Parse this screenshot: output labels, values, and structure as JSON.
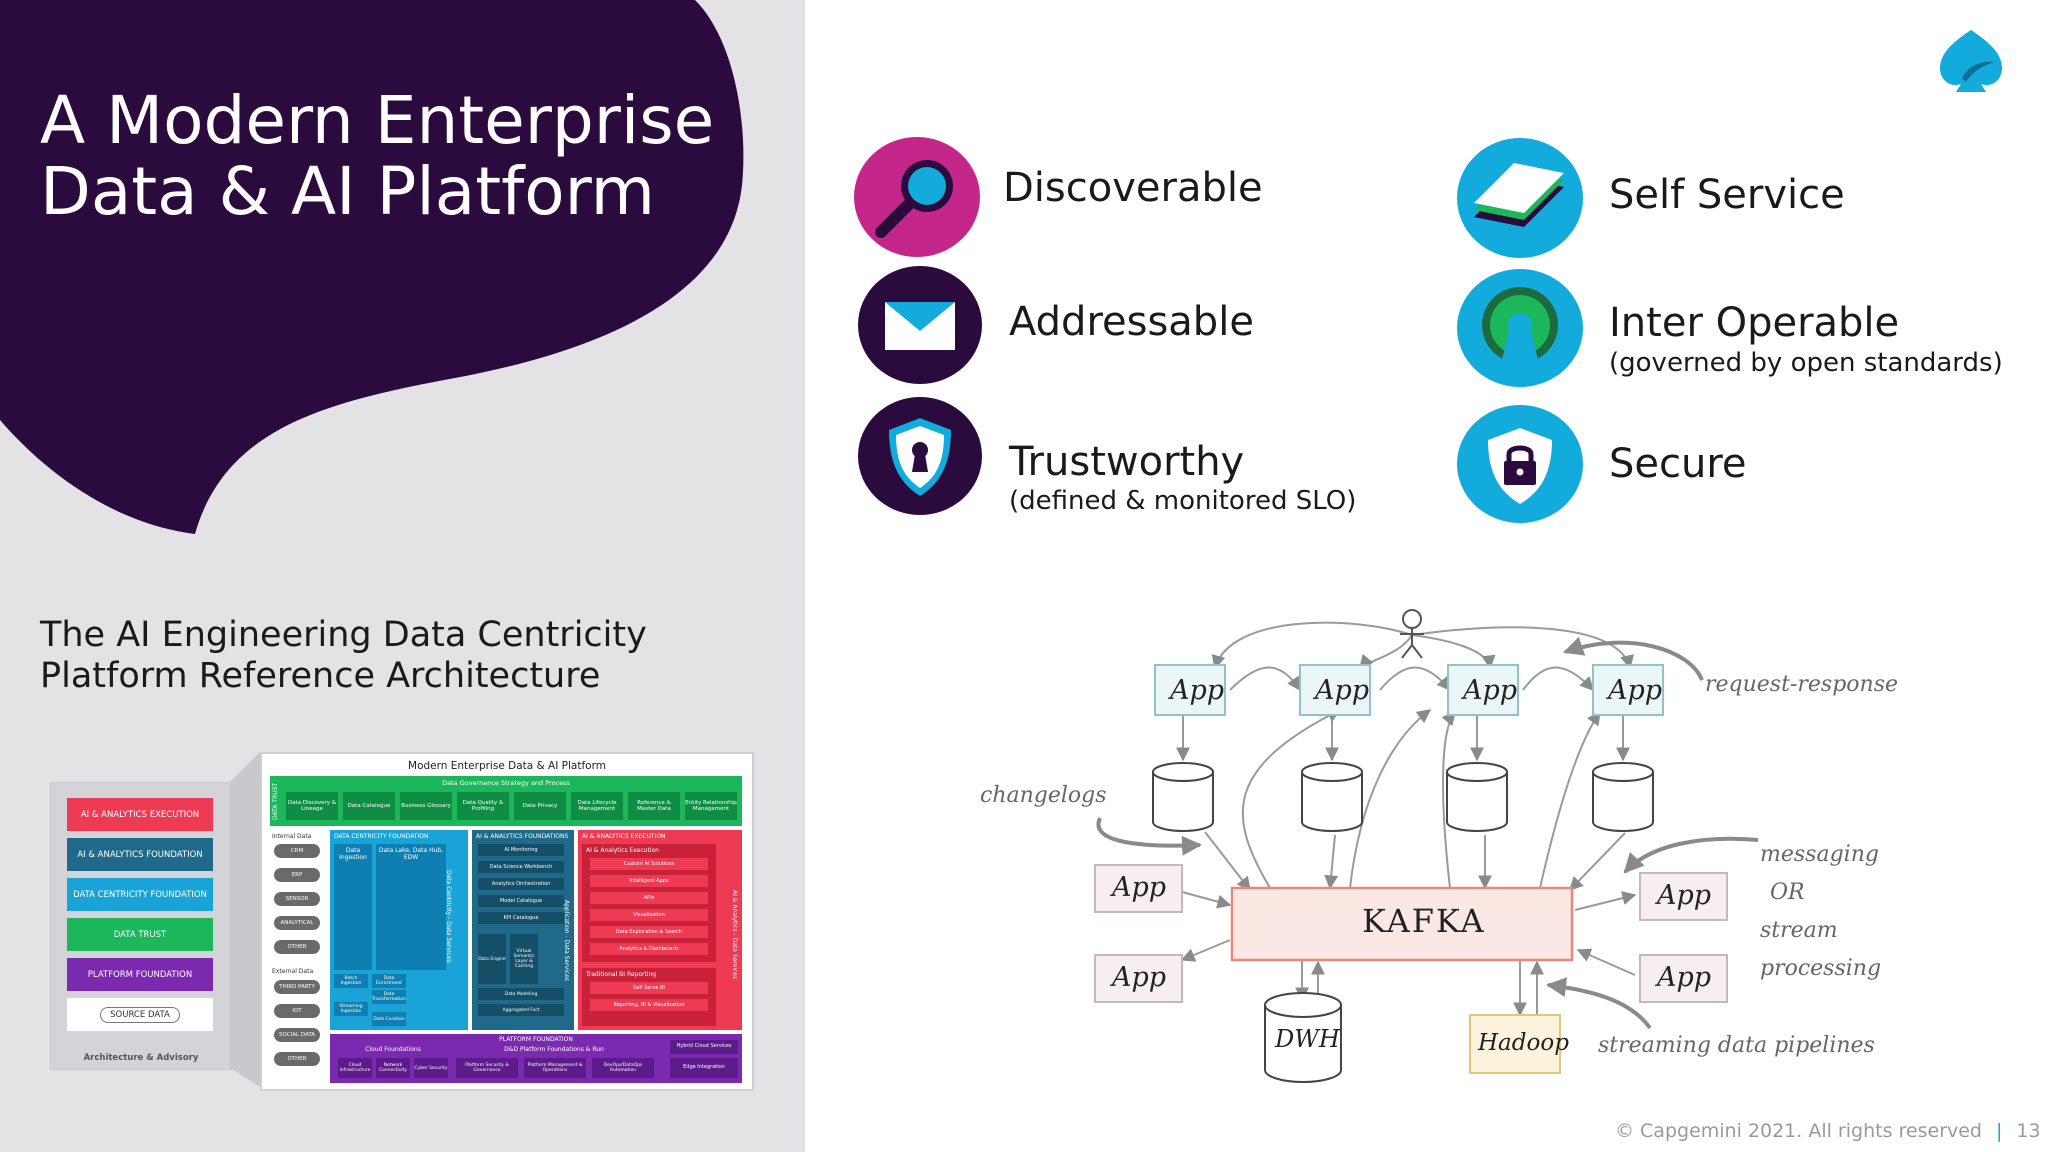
{
  "title": "A Modern Enterprise Data & AI Platform",
  "subtitle": "The AI Engineering Data Centricity Platform Reference Architecture",
  "features": [
    {
      "label": "Discoverable",
      "sub": "",
      "icon": "magnifier-icon",
      "color": "#c4268a"
    },
    {
      "label": "Addressable",
      "sub": "",
      "icon": "envelope-icon",
      "color": "#2b0a3d"
    },
    {
      "label": "Trustworthy",
      "sub": "(defined & monitored SLO)",
      "icon": "shield-keyhole-icon",
      "color": "#2b0a3d"
    },
    {
      "label": "Self Service",
      "sub": "",
      "icon": "layers-icon",
      "color": "#12abdb"
    },
    {
      "label": "Inter Operable",
      "sub": "(governed by open standards)",
      "icon": "open-source-icon",
      "color": "#12abdb"
    },
    {
      "label": "Secure",
      "sub": "",
      "icon": "padlock-shield-icon",
      "color": "#12abdb"
    }
  ],
  "architecture": {
    "title": "Modern Enterprise Data & AI Platform",
    "legend": [
      {
        "label": "AI & ANALYTICS EXECUTION",
        "color": "#ee3a53"
      },
      {
        "label": "AI & ANALYTICS FOUNDATION",
        "color": "#1f6a8a"
      },
      {
        "label": "DATA CENTRICITY FOUNDATION",
        "color": "#1aa3d6"
      },
      {
        "label": "DATA TRUST",
        "color": "#1bb75a"
      },
      {
        "label": "PLATFORM FOUNDATION",
        "color": "#7b2ab0"
      },
      {
        "label": "SOURCE DATA",
        "color": "#ffffff"
      }
    ],
    "footer": "Architecture & Advisory",
    "data_trust_header": "Data Governance Strategy and Process",
    "data_trust_side": "DATA TRUST",
    "data_trust_items": [
      "Data Discovery & Lineage",
      "Data Catalogue",
      "Business Glossary",
      "Data Quality & Profiling",
      "Data Privacy",
      "Data Lifecycle Management",
      "Reference & Master Data",
      "Entity Relationship Management"
    ],
    "internal_data": {
      "title": "Internal Data",
      "items": [
        "CRM",
        "ERP",
        "SENSOR",
        "ANALYTICAL",
        "OTHER"
      ]
    },
    "external_data": {
      "title": "External Data",
      "items": [
        "THIRD PARTY",
        "IOT",
        "SOCIAL DATA",
        "OTHER"
      ]
    },
    "dcf": {
      "title": "DATA CENTRICITY FOUNDATION",
      "cols": [
        "Data Ingestion",
        "Data Lake, Data Hub, EDW"
      ],
      "side": "Data Centricity - Data Services",
      "bottom": [
        "Batch Ingestion",
        "Data Enrichment",
        "Streaming Ingestion",
        "Data Transformation",
        "Data Curation"
      ]
    },
    "aaf": {
      "title": "AI & ANALYTICS FOUNDATIONS",
      "items": [
        "AI Monitoring",
        "Data Science Workbench",
        "Analytics Orchestration",
        "Model Catalogue",
        "KPI Catalogue"
      ],
      "lower": [
        "Data Engine",
        "Virtual Semantic Layer & Caching",
        "Data Modeling",
        "Aggregated Fact"
      ],
      "side": "Application - Data Services"
    },
    "aae": {
      "title": "AI & ANALYTICS EXECUTION",
      "sub": "AI & Analytics Execution",
      "items": [
        "Custom AI Solutions",
        "Intelligent Apps",
        "APIs",
        "Visualization",
        "Data Exploration & Search",
        "Analytics & Dashboards"
      ],
      "bi": "Traditional BI Reporting",
      "bi_items": [
        "Self Serve BI",
        "Reporting, BI & Visualization"
      ],
      "side": "AI & Analytics - Data Services"
    },
    "platform": {
      "title": "PLATFORM FOUNDATION",
      "cloud": "Cloud Foundations",
      "cloud_items": [
        "Cloud Infrastructure",
        "Network Connectivity",
        "Cyber Security"
      ],
      "dp": "D&D Platform Foundations & Run",
      "dp_items": [
        "Platform Security & Governance",
        "Platform Management & Operations",
        "DevOps/DataOps Automation"
      ],
      "hybrid": "Hybrid Cloud Services",
      "edge": "Edge Integration"
    }
  },
  "kafka_diagram": {
    "center": "KAFKA",
    "app_label": "App",
    "dwh": "DWH",
    "hadoop": "Hadoop",
    "request_response": "request-response",
    "changelogs": "changelogs",
    "messaging": [
      "messaging",
      "OR",
      "stream",
      "processing"
    ],
    "streaming": "streaming data pipelines"
  },
  "footer": {
    "copyright": "© Capgemini 2021. All rights reserved",
    "separator": "|",
    "page": "13"
  },
  "colors": {
    "brand_dark": "#2b0a3d",
    "brand_blue": "#12abdb"
  }
}
